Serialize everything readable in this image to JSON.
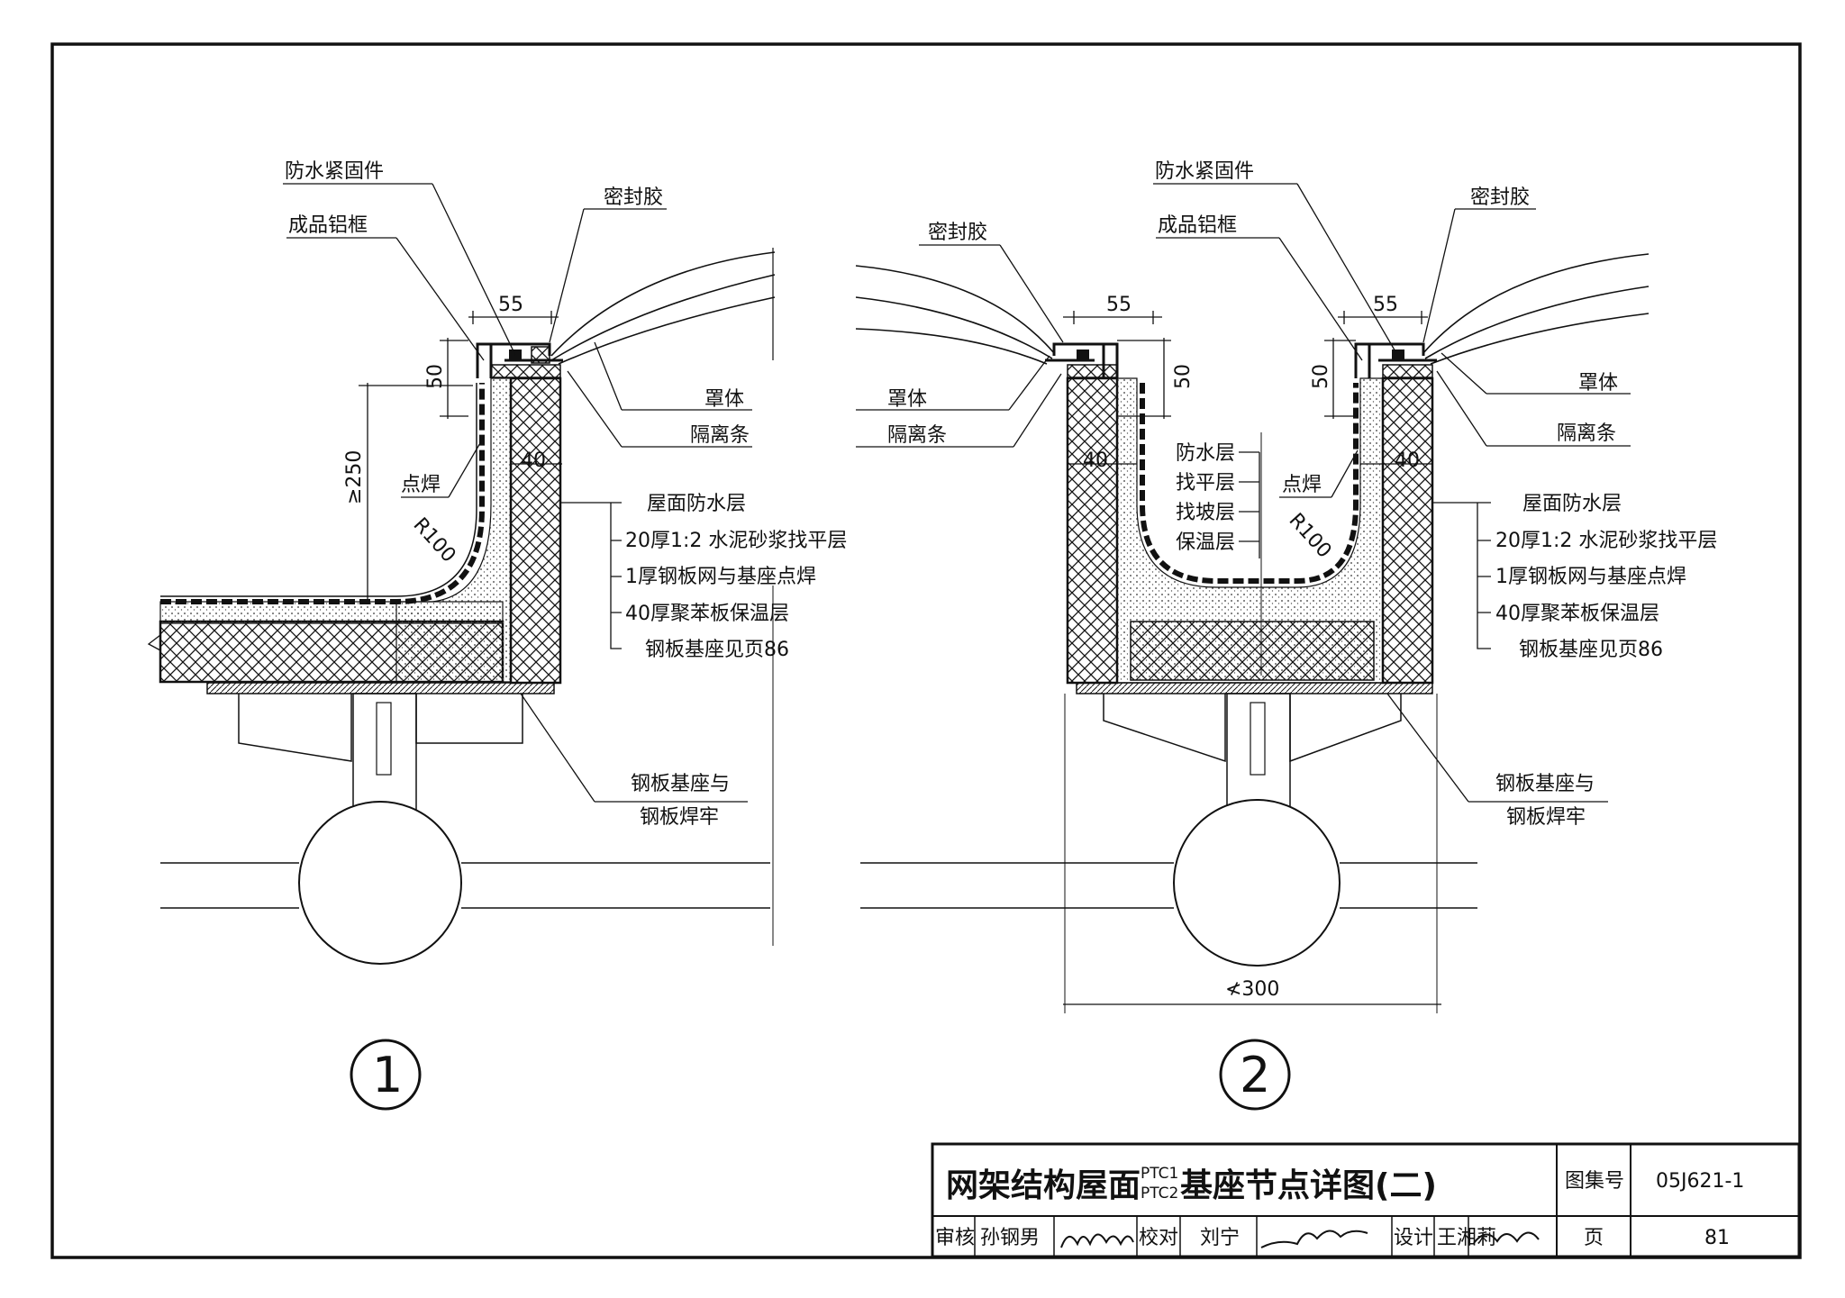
{
  "detail1": {
    "labels": {
      "waterproof_fastener": "防水紧固件",
      "sealant": "密封胶",
      "aluminum_frame": "成品铝框",
      "spot_weld": "点焊",
      "cover": "罩体",
      "separator": "隔离条",
      "radius": "R100",
      "layer_1": "屋面防水层",
      "layer_2": "20厚1:2 水泥砂浆找平层",
      "layer_3": "1厚钢板网与基座点焊",
      "layer_4": "40厚聚苯板保温层",
      "layer_5": "钢板基座见页86",
      "weld_note_1": "钢板基座与",
      "weld_note_2": "钢板焊牢"
    },
    "dims": {
      "d55": "55",
      "d50": "50",
      "d250": "≥250",
      "d40": "40"
    },
    "number": "1"
  },
  "detail2": {
    "labels": {
      "waterproof_fastener": "防水紧固件",
      "sealant_left": "密封胶",
      "sealant_right": "密封胶",
      "aluminum_frame": "成品铝框",
      "cover_left": "罩体",
      "cover_right": "罩体",
      "separator_left": "隔离条",
      "separator_right": "隔离条",
      "spot_weld": "点焊",
      "radius": "R100",
      "inner_1": "防水层",
      "inner_2": "找平层",
      "inner_3": "找坡层",
      "inner_4": "保温层",
      "layer_1": "屋面防水层",
      "layer_2": "20厚1:2 水泥砂浆找平层",
      "layer_3": "1厚钢板网与基座点焊",
      "layer_4": "40厚聚苯板保温层",
      "layer_5": "钢板基座见页86",
      "weld_note_1": "钢板基座与",
      "weld_note_2": "钢板焊牢"
    },
    "dims": {
      "d55_left": "55",
      "d55_right": "55",
      "d50_left": "50",
      "d50_right": "50",
      "d40_left": "40",
      "d40_right": "40",
      "d300": "≮300"
    },
    "number": "2"
  },
  "title_block": {
    "title_main": "网架结构屋面",
    "title_sub_top": "PTC1",
    "title_sub_bottom": "PTC2",
    "title_tail": "基座节点详图(二)",
    "atlas_label": "图集号",
    "atlas_number": "05J621-1",
    "review_label": "审核",
    "reviewer": "孙钢男",
    "check_label": "校对",
    "checker": "刘宁",
    "design_label": "设计",
    "designer": "王湘莉",
    "page_label": "页",
    "page_number": "81"
  }
}
